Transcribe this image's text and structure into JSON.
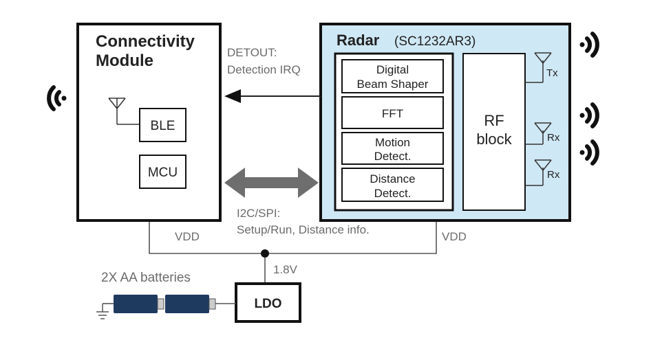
{
  "connectivity": {
    "title_line1": "Connectivity",
    "title_line2": "Module",
    "ble": "BLE",
    "mcu": "MCU"
  },
  "radar": {
    "title": "Radar",
    "model": "(SC1232AR3)",
    "blocks": [
      {
        "line1": "Digital",
        "line2": "Beam Shaper"
      },
      {
        "line1": "FFT",
        "line2": ""
      },
      {
        "line1": "Motion",
        "line2": "Detect."
      },
      {
        "line1": "Distance",
        "line2": "Detect."
      }
    ],
    "rf_line1": "RF",
    "rf_line2": "block",
    "antennas": [
      "Tx",
      "Rx",
      "Rx"
    ]
  },
  "signals": {
    "detout_line1": "DETOUT:",
    "detout_line2": "Detection IRQ",
    "bus_line1": "I2C/SPI:",
    "bus_line2": "Setup/Run, Distance info."
  },
  "power": {
    "vdd_left": "VDD",
    "vdd_right": "VDD",
    "voltage": "1.8V",
    "ldo": "LDO",
    "batteries": "2X AA batteries"
  },
  "colors": {
    "radar_fill": "#cfe8f5",
    "battery": "#1e3a5f",
    "arrow": "#6e6e6e"
  }
}
